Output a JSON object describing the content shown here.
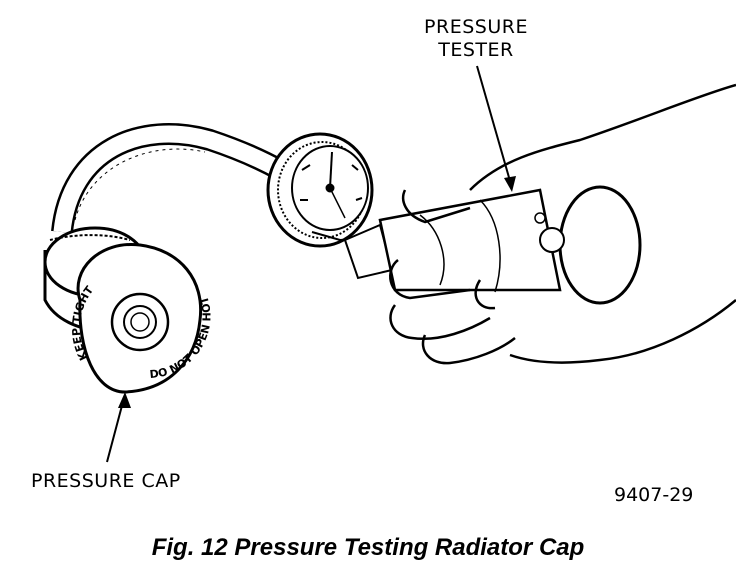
{
  "callouts": {
    "pressure_tester_line1": "PRESSURE",
    "pressure_tester_line2": "TESTER",
    "pressure_cap": "PRESSURE CAP"
  },
  "cap_markings": {
    "keep_tight": "KEEP TIGHT",
    "do_not_open_hot": "DO NOT OPEN HOT"
  },
  "figure_number": "9407-29",
  "caption": "Fig. 12 Pressure Testing Radiator Cap"
}
